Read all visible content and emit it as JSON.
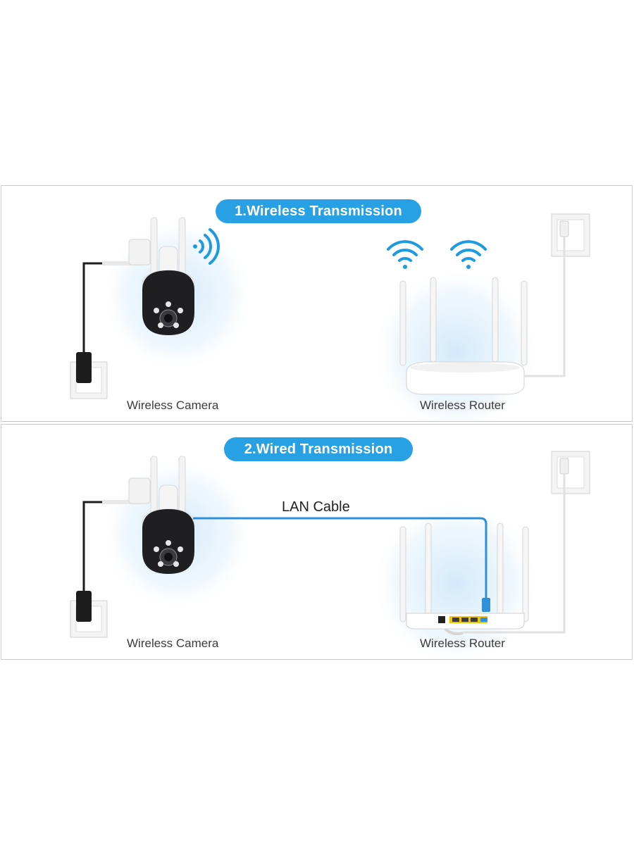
{
  "panels": [
    {
      "title": "1.Wireless Transmission",
      "camera_caption": "Wireless Camera",
      "router_caption": "Wireless Router"
    },
    {
      "title": "2.Wired Transmission",
      "camera_caption": "Wireless Camera",
      "router_caption": "Wireless Router",
      "cable_label": "LAN Cable"
    }
  ],
  "colors": {
    "accent": "#27a0e4",
    "wifi": "#1e9be0",
    "cable": "#2f8fd8",
    "glow": "#dbeefb"
  },
  "icons": [
    "camera-icon",
    "router-icon",
    "power-outlet-icon",
    "wifi-signal-icon",
    "power-adapter-icon"
  ]
}
